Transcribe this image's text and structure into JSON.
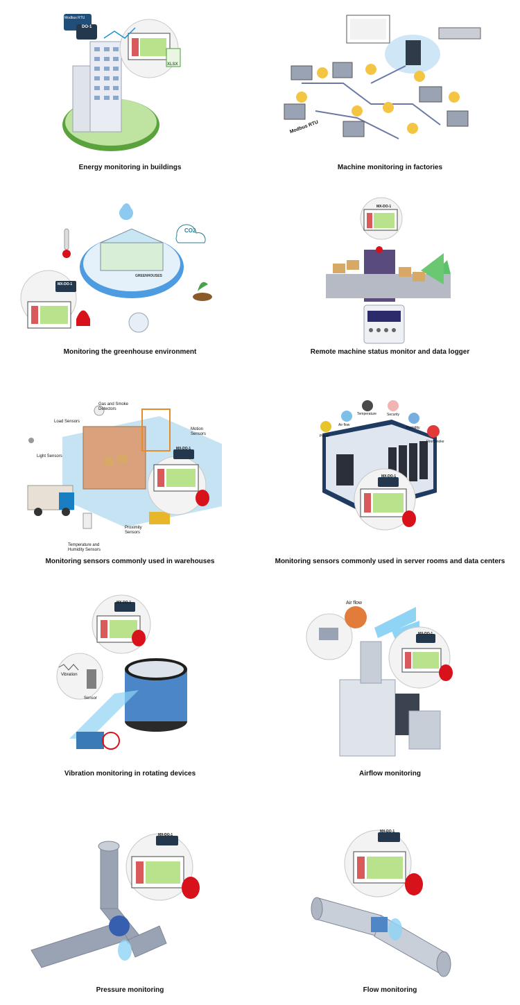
{
  "captions": {
    "c1": "Energy monitoring in buildings",
    "c2": "Machine monitoring in factories",
    "c3": "Monitoring the greenhouse environment",
    "c4": "Remote machine status monitor and data logger",
    "c5": "Monitoring sensors commonly used in warehouses",
    "c6": "Monitoring sensors commonly used in server rooms and data centers",
    "c7": "Vibration monitoring in rotating devices",
    "c8": "Airflow monitoring",
    "c9": "Pressure monitoring",
    "c10": "Flow monitoring"
  },
  "labels": {
    "device": "MX-DO-1",
    "device_short": "DO-1",
    "modbus": "Modbus RTU",
    "modbus_badge": "Modbus RTU",
    "xlsx": "XLSX",
    "co2": "CO2",
    "greenhouses": "GREENHOUSES",
    "warehouse": {
      "gas": "Gas and Smoke Detectors",
      "load": "Load Sensors",
      "motion": "Motion Sensors",
      "light": "Light Sensors",
      "temp": "Temperature and Humidity Sensors",
      "proximity": "Proximity Sensors"
    },
    "server": {
      "temperature": "Temperature",
      "airflow": "Air flow",
      "security": "Security",
      "humidity": "Humidity",
      "power": "Power",
      "fire": "Fire/Smoke"
    },
    "vibration": "Vibration",
    "sensor": "Sensor",
    "air_flow": "Air flow"
  },
  "colors": {
    "alarm_red": "#d8121b",
    "screen_green": "#b8e28c",
    "screen_red": "#d95a5a",
    "pipe_gray": "#9aa3b4",
    "teal": "#1f5c6b",
    "sky": "#8fd3f5"
  }
}
